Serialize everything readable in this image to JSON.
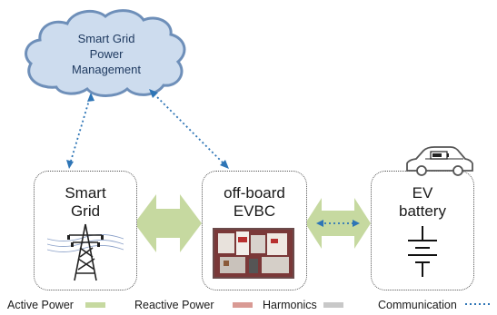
{
  "cloud": {
    "line1": "Smart Grid",
    "line2": "Power",
    "line3": "Management"
  },
  "nodes": {
    "grid": {
      "line1": "Smart",
      "line2": "Grid",
      "icon": "power-tower-icon"
    },
    "evbc": {
      "line1": "off-board",
      "line2": "EVBC",
      "icon": "charger-board-photo"
    },
    "ev": {
      "line1": "EV",
      "line2": "battery",
      "icon": "battery-icon",
      "car_icon": "car-icon"
    }
  },
  "legend": {
    "active": "Active Power",
    "reactive": "Reactive Power",
    "harmonics": "Harmonics",
    "communication": "Communication"
  },
  "colors": {
    "active_power": "#c6d9a0",
    "reactive_power": "#d99a94",
    "harmonics": "#c8c8c8",
    "communication": "#2e75b6",
    "cloud_fill": "#cddcee",
    "cloud_stroke": "#6e8fb9"
  }
}
